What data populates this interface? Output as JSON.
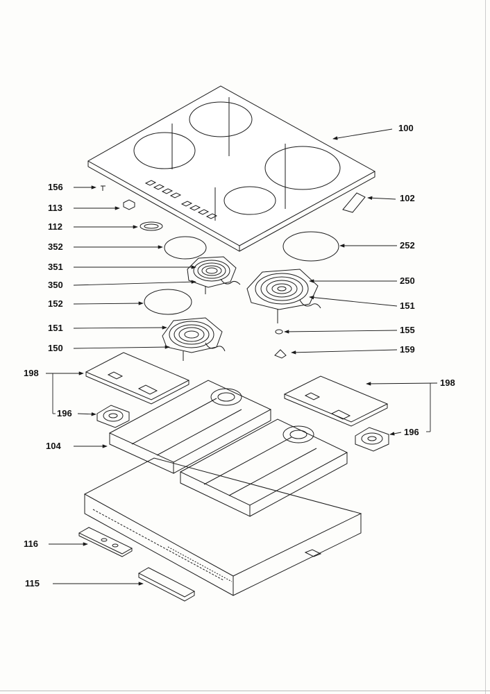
{
  "labels": {
    "l100": "100",
    "l102": "102",
    "l156": "156",
    "l113": "113",
    "l112": "112",
    "l352": "352",
    "l252": "252",
    "l351": "351",
    "l350": "350",
    "l250": "250",
    "l152": "152",
    "l151a": "151",
    "l151b": "151",
    "l155": "155",
    "l150": "150",
    "l159": "159",
    "l198a": "198",
    "l198b": "198",
    "l196a": "196",
    "l196b": "196",
    "l104": "104",
    "l116": "116",
    "l115": "115"
  },
  "colors": {
    "line": "#1a1a1a",
    "paper": "#fdfdfb"
  }
}
